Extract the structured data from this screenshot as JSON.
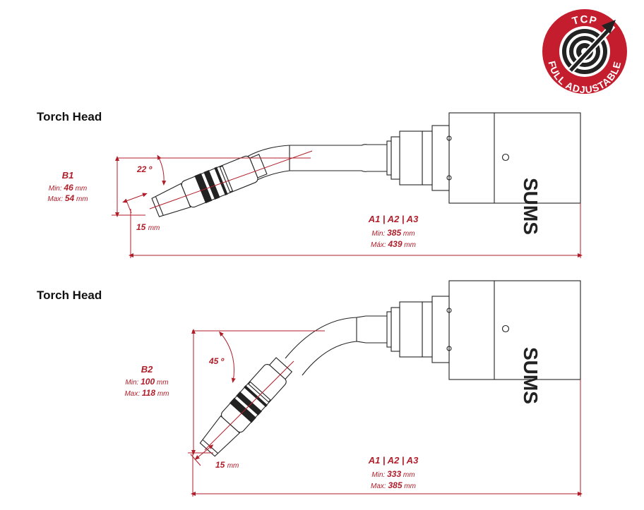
{
  "logo": {
    "top_text": "TCP",
    "bottom_text": "FULL ADJUSTABLE",
    "color": "#c41e2e"
  },
  "section1": {
    "heading": "Torch Head",
    "angle": "22 º",
    "nozzle_offset": {
      "value": "15",
      "unit": "mm"
    },
    "b_dim": {
      "label": "B1",
      "min_label": "Min:",
      "min_value": "46",
      "max_label": "Max:",
      "max_value": "54",
      "unit": "mm"
    },
    "a_dim": {
      "label": "A1 | A2 | A3",
      "min_label": "Min:",
      "min_value": "385",
      "max_label": "Máx:",
      "max_value": "439",
      "unit": "mm"
    },
    "brand": "SUMS"
  },
  "section2": {
    "heading": "Torch Head",
    "angle": "45 º",
    "nozzle_offset": {
      "value": "15",
      "unit": "mm"
    },
    "b_dim": {
      "label": "B2",
      "min_label": "Min:",
      "min_value": "100",
      "max_label": "Max:",
      "max_value": "118",
      "unit": "mm"
    },
    "a_dim": {
      "label": "A1 | A2 | A3",
      "min_label": "Min:",
      "min_value": "333",
      "max_label": "Max:",
      "max_value": "385",
      "unit": "mm"
    },
    "brand": "SUMS"
  }
}
